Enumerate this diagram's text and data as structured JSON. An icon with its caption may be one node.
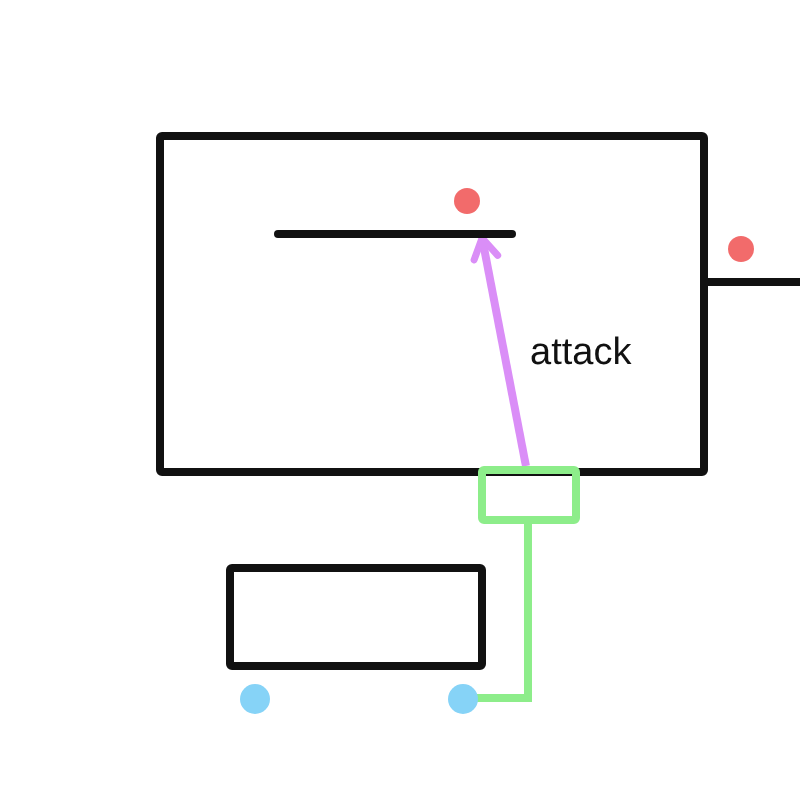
{
  "diagram": {
    "nodes": [
      {
        "text": [],
        "shape": "box"
      },
      {
        "text": [],
        "shape": "circle",
        "in": 0
      },
      {
        "text": [],
        "shape": "bar",
        "in": 0
      },
      {
        "text": [],
        "shape": "circle"
      },
      {
        "text": [],
        "shape": "box"
      },
      {
        "text": [],
        "shape": "box"
      },
      {
        "text": [],
        "shape": "circle"
      },
      {
        "text": [],
        "shape": "circle"
      }
    ],
    "edges": [
      {
        "from": 4,
        "to": 2,
        "arrow": "to",
        "label": "attack",
        "color": "#da8ef7"
      },
      {
        "from": 4,
        "to": 7,
        "arrow": "none",
        "color": "#8ded8a"
      },
      {
        "from": 0,
        "to": null,
        "arrow": "none",
        "color": "#111111"
      }
    ]
  }
}
